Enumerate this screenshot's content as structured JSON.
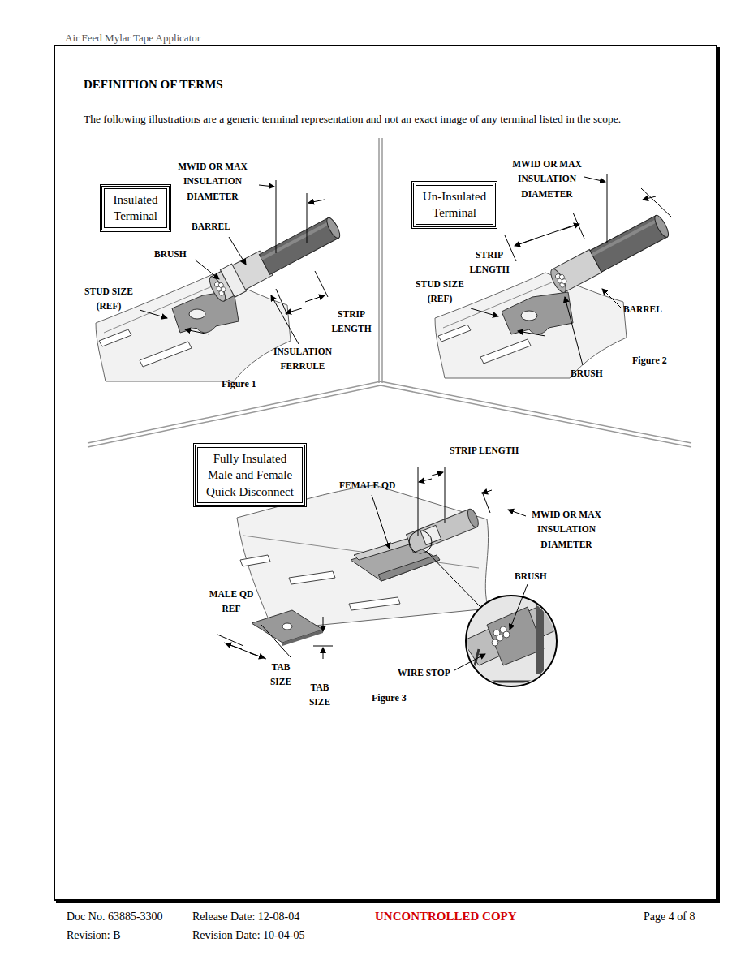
{
  "diagram": {
    "title": "DEFINITION OF TERMS",
    "nodes": [
      {
        "text": [
          "Insulated Terminal"
        ]
      },
      {
        "text": [
          "Un-Insulated Terminal"
        ]
      },
      {
        "text": [
          "Fully Insulated Male and Female Quick Disconnect"
        ]
      }
    ],
    "labels": [
      "Air Feed Mylar Tape Applicator",
      "The following illustrations are a generic terminal representation and not an exact image of any terminal listed in the scope.",
      "MWID OR MAX INSULATION DIAMETER",
      "BARREL",
      "BRUSH",
      "STUD SIZE (REF)",
      "STRIP LENGTH",
      "INSULATION FERRULE",
      "Figure 1",
      "MWID OR MAX INSULATION DIAMETER",
      "STRIP LENGTH",
      "STUD SIZE (REF)",
      "BARREL",
      "Figure 2",
      "BRUSH",
      "STRIP LENGTH",
      "FEMALE QD",
      "MWID OR MAX INSULATION DIAMETER",
      "BRUSH",
      "MALE QD REF",
      "TAB SIZE",
      "TAB SIZE",
      "WIRE STOP",
      "Figure 3",
      "Doc No. 63885-3300",
      "Release Date: 12-08-04",
      "UNCONTROLLED COPY",
      "Page 4 of 8",
      "Revision: B",
      "Revision Date: 10-04-05"
    ]
  }
}
